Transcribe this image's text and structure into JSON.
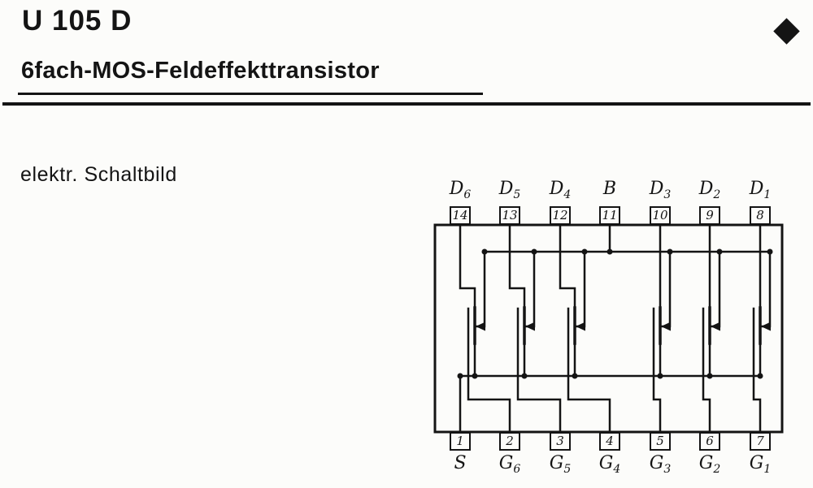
{
  "header": {
    "title": "U 105 D",
    "subtitle": "6fach-MOS-Feldeffekttransistor"
  },
  "section": {
    "label": "elektr. Schaltbild"
  },
  "schematic": {
    "description": "14-pin IC with six MOS field-effect transistors, common source S and common bulk B",
    "transistor_count": 6,
    "top_pins": [
      {
        "number": "14",
        "name": "D",
        "sub": "6"
      },
      {
        "number": "13",
        "name": "D",
        "sub": "5"
      },
      {
        "number": "12",
        "name": "D",
        "sub": "4"
      },
      {
        "number": "11",
        "name": "B",
        "sub": ""
      },
      {
        "number": "10",
        "name": "D",
        "sub": "3"
      },
      {
        "number": "9",
        "name": "D",
        "sub": "2"
      },
      {
        "number": "8",
        "name": "D",
        "sub": "1"
      }
    ],
    "bottom_pins": [
      {
        "number": "1",
        "name": "S",
        "sub": ""
      },
      {
        "number": "2",
        "name": "G",
        "sub": "6"
      },
      {
        "number": "3",
        "name": "G",
        "sub": "5"
      },
      {
        "number": "4",
        "name": "G",
        "sub": "4"
      },
      {
        "number": "5",
        "name": "G",
        "sub": "3"
      },
      {
        "number": "6",
        "name": "G",
        "sub": "2"
      },
      {
        "number": "7",
        "name": "G",
        "sub": "1"
      }
    ]
  },
  "colors": {
    "ink": "#141414",
    "paper": "#fcfcfa"
  }
}
